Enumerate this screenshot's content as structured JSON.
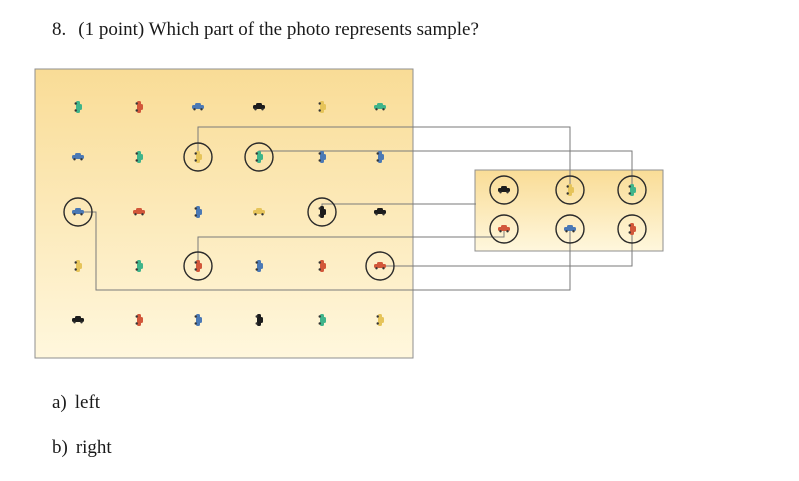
{
  "question": {
    "number": "8.",
    "text": "(1 point) Which part of the photo represents sample?"
  },
  "figure": {
    "colors": {
      "teal": "#3fb48a",
      "blue": "#4b79b5",
      "black": "#1c1c1c",
      "yellow": "#e6c45a",
      "red": "#d2573a",
      "panel_top": "#f9dc96",
      "panel_bottom": "#fff7dd",
      "border": "#8f8f8f",
      "line": "#7a7a7a"
    },
    "population_grid": [
      [
        "teal",
        "red",
        "blue",
        "black",
        "yellow",
        "teal"
      ],
      [
        "blue",
        "teal",
        "yellow",
        "teal",
        "blue",
        "blue"
      ],
      [
        "blue",
        "red",
        "blue",
        "yellow",
        "black",
        "black"
      ],
      [
        "yellow",
        "teal",
        "red",
        "blue",
        "red",
        "red"
      ],
      [
        "black",
        "red",
        "blue",
        "black",
        "teal",
        "yellow"
      ]
    ],
    "sample_grid": [
      [
        "black",
        "yellow",
        "teal"
      ],
      [
        "red",
        "blue",
        "red"
      ]
    ]
  },
  "options": [
    {
      "letter": "a)",
      "text": "left"
    },
    {
      "letter": "b)",
      "text": "right"
    }
  ]
}
